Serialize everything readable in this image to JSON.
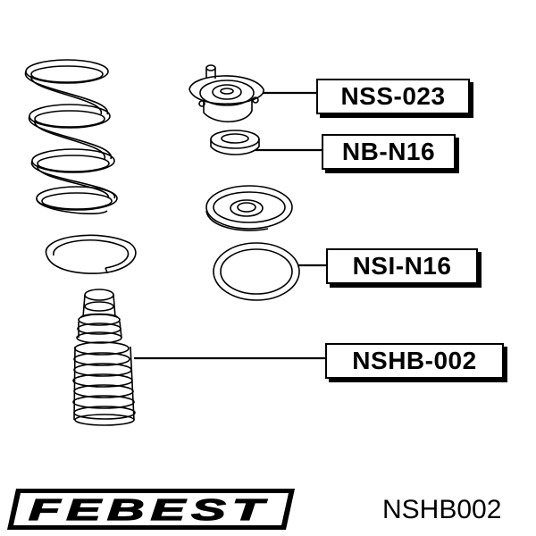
{
  "parts": {
    "mount": {
      "code": "NSS-023"
    },
    "bearing": {
      "code": "NB-N16"
    },
    "insulator": {
      "code": "NSI-N16"
    },
    "boot": {
      "code": "NSHB-002"
    }
  },
  "footer": {
    "brand": "FEBEST",
    "part_number": "NSHB002"
  },
  "colors": {
    "ink": "#000000",
    "background": "#ffffff"
  }
}
